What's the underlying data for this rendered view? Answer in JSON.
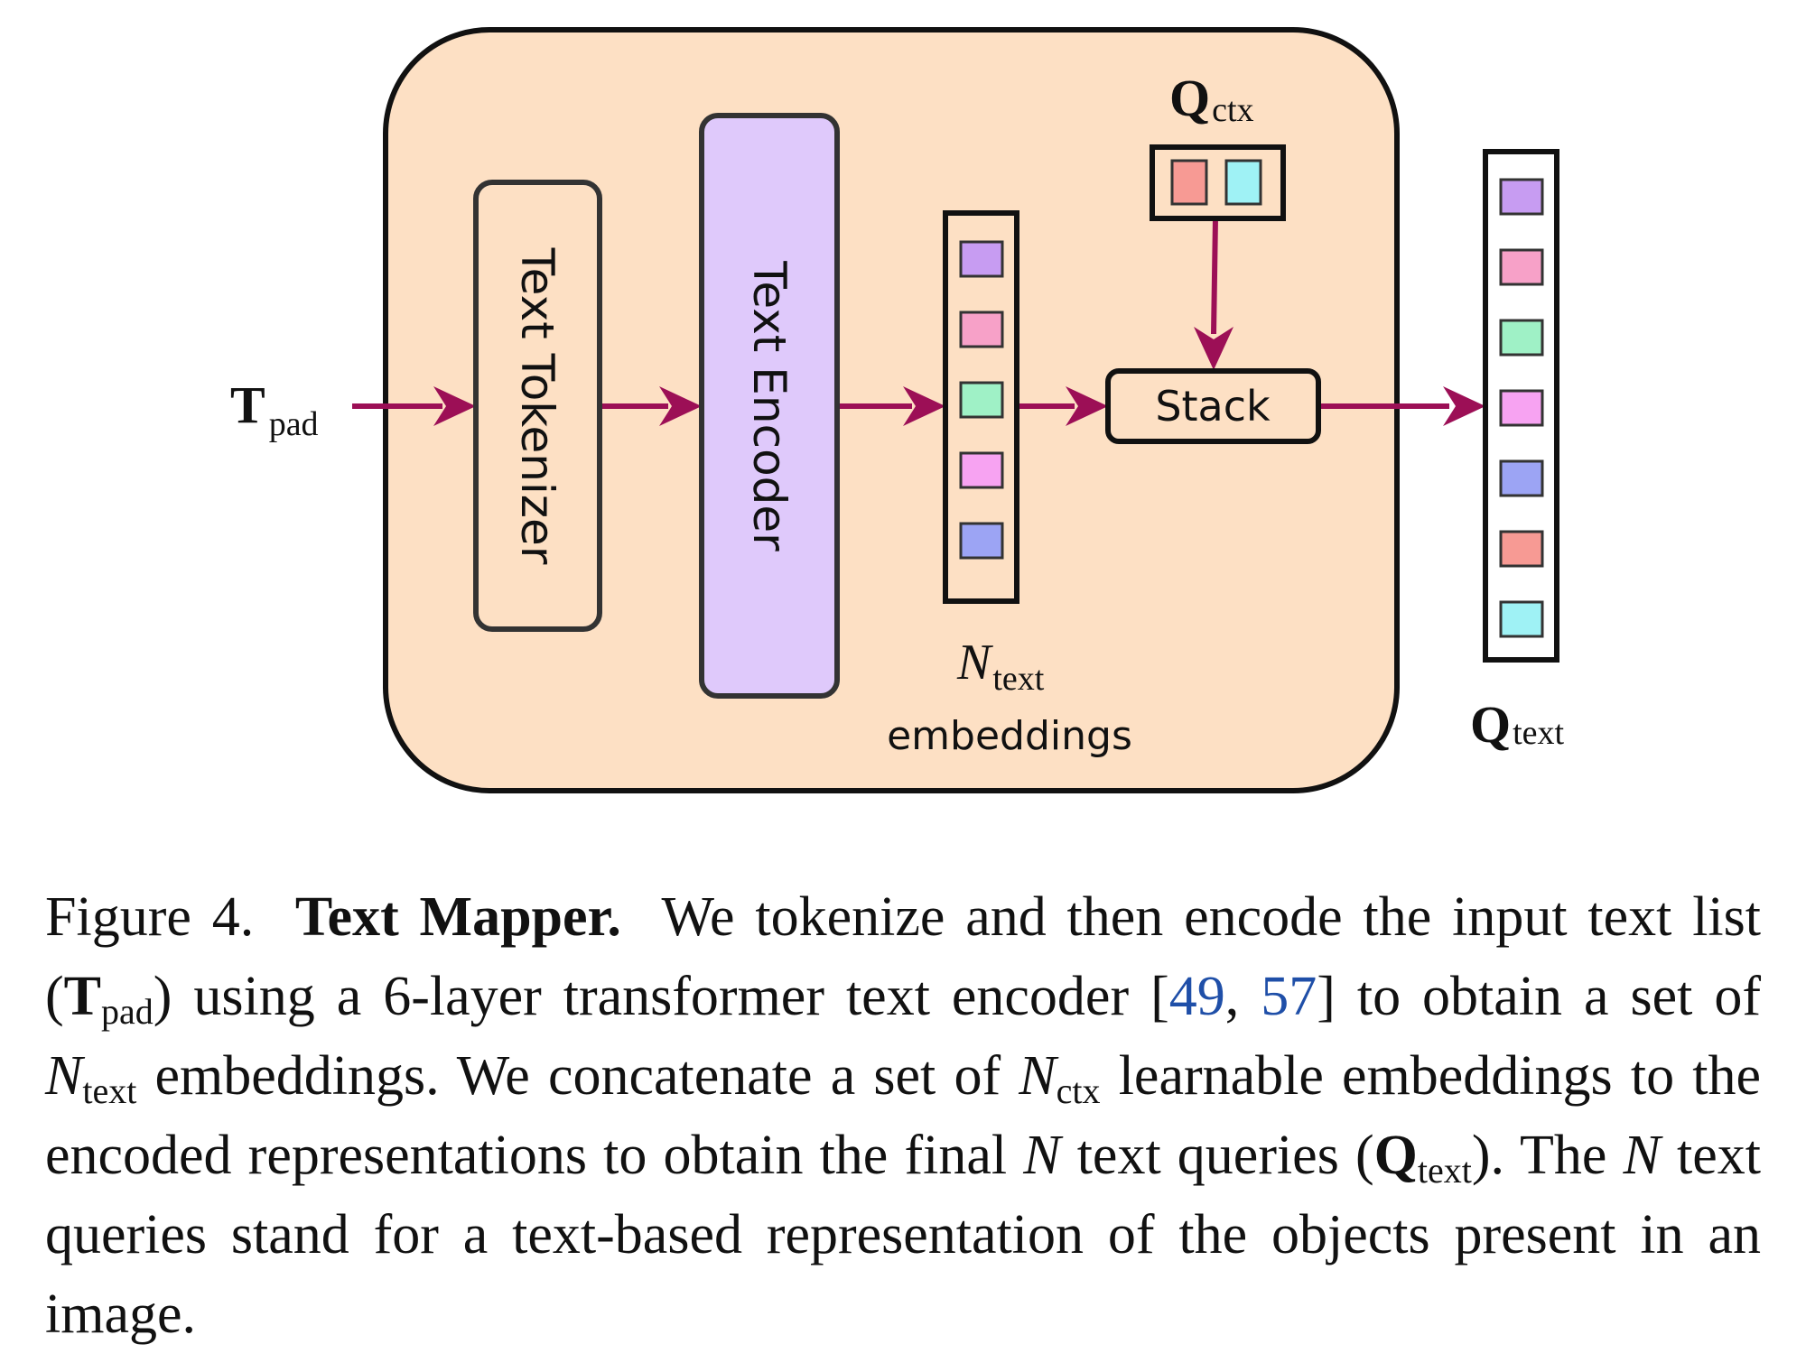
{
  "diagram": {
    "input": {
      "main": "T",
      "sub": "pad"
    },
    "tokenizer_label": "Text Tokenizer",
    "encoder_label": "Text Encoder",
    "embeddings": {
      "symbol": "N",
      "sub": "text",
      "label": "embeddings"
    },
    "ctx": {
      "symbol": "Q",
      "sub": "ctx"
    },
    "stack_label": "Stack",
    "output": {
      "symbol": "Q",
      "sub": "text"
    },
    "colors": {
      "container_fill": "#fde0c4",
      "encoder_fill": "#dfc9fb",
      "arrow": "#9c0f56",
      "cell_purple": "#c79cf2",
      "cell_pink": "#f7a1c8",
      "cell_green": "#9ff1c6",
      "cell_magenta": "#f7a3f2",
      "cell_blue": "#9ca4f4",
      "cell_red": "#f79a94",
      "cell_cyan": "#9ff2f5"
    }
  },
  "caption": {
    "figure_label": "Figure 4.",
    "title": "Text Mapper.",
    "s1": "We tokenize and then encode the input text list (",
    "t_main": "T",
    "t_sub": "pad",
    "s2": ") using a 6-layer transformer text encoder [",
    "cite1": "49",
    "comma": ", ",
    "cite2": "57",
    "s3": "] to obtain a set of ",
    "n_main": "N",
    "n_sub": "text",
    "s4": " embeddings. We concatenate a set of ",
    "nctx_main": "N",
    "nctx_sub": "ctx",
    "s5": " learnable embeddings to the encoded representations to obtain the final ",
    "n_final": "N",
    "s6": " text queries (",
    "q_main": "Q",
    "q_sub": "text",
    "s7": "). The ",
    "n_again": "N",
    "s8": " text queries stand for a text-based representation of the objects present in an image."
  }
}
